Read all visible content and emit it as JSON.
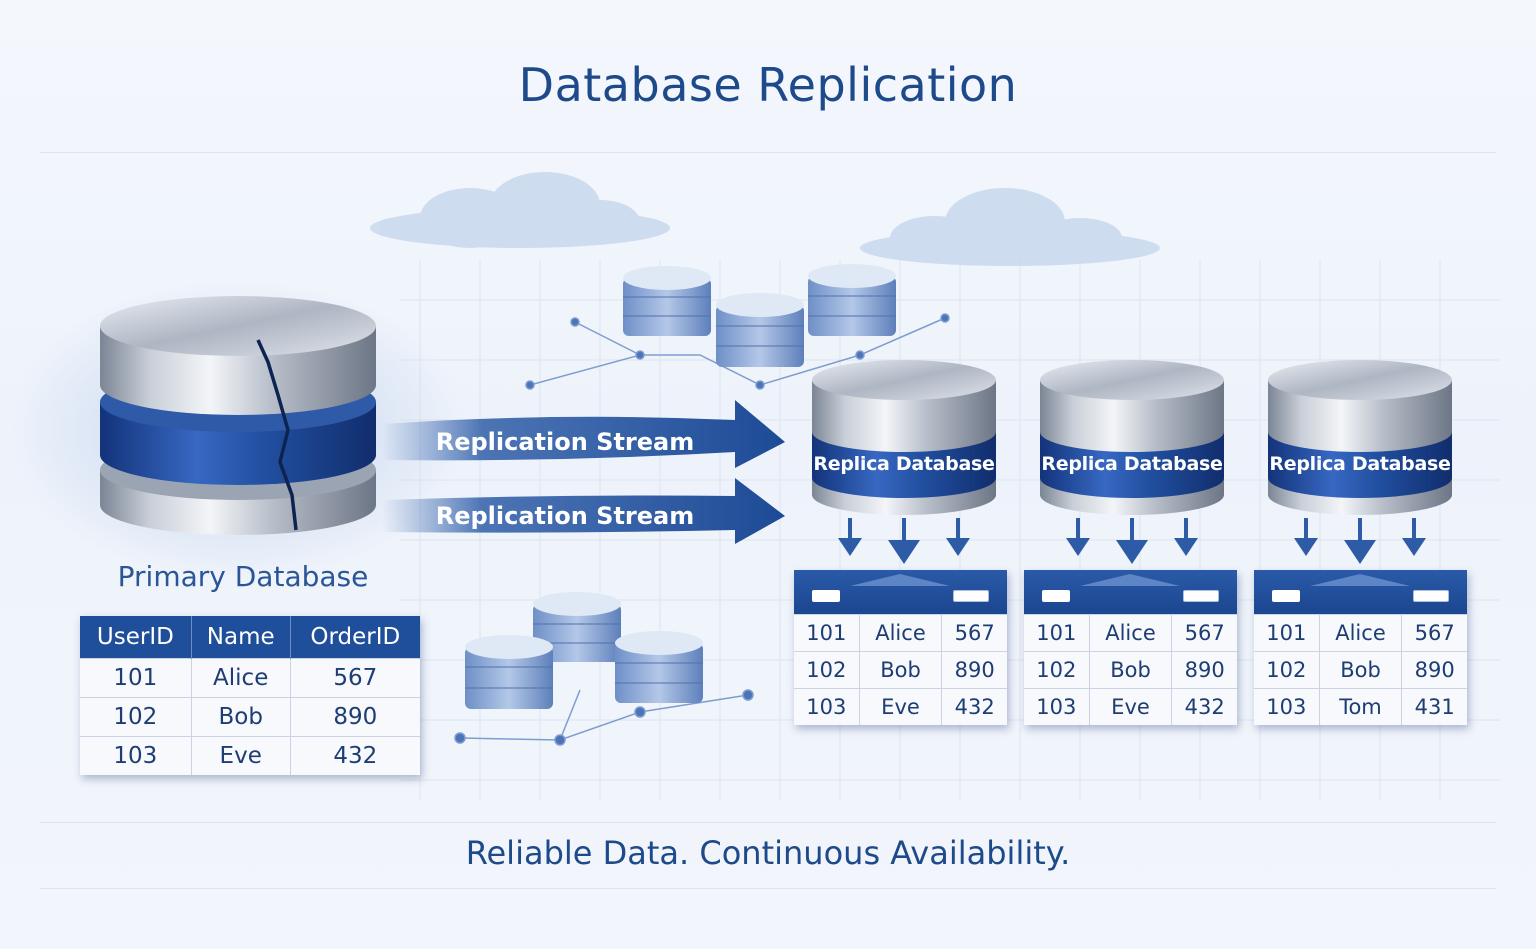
{
  "title": "Database Replication",
  "tagline": "Reliable Data. Continuous Availability.",
  "primary": {
    "label": "Primary Database",
    "table": {
      "headers": [
        "UserID",
        "Name",
        "OrderID"
      ],
      "rows": [
        [
          "101",
          "Alice",
          "567"
        ],
        [
          "102",
          "Bob",
          "890"
        ],
        [
          "103",
          "Eve",
          "432"
        ]
      ]
    }
  },
  "streams": [
    {
      "label": "Replication Stream"
    },
    {
      "label": "Replication Stream"
    }
  ],
  "replicas": [
    {
      "label": "Replica Database",
      "rows": [
        [
          "101",
          "Alice",
          "567"
        ],
        [
          "102",
          "Bob",
          "890"
        ],
        [
          "103",
          "Eve",
          "432"
        ]
      ]
    },
    {
      "label": "Replica Database",
      "rows": [
        [
          "101",
          "Alice",
          "567"
        ],
        [
          "102",
          "Bob",
          "890"
        ],
        [
          "103",
          "Eve",
          "432"
        ]
      ]
    },
    {
      "label": "Replica Database",
      "rows": [
        [
          "101",
          "Alice",
          "567"
        ],
        [
          "102",
          "Bob",
          "890"
        ],
        [
          "103",
          "Tom",
          "431"
        ]
      ]
    }
  ],
  "colors": {
    "accent": "#1f4f9b",
    "title": "#1d4a8a",
    "background": "#f2f5fb"
  },
  "icons": [
    "cloud-icon",
    "server-block-icon",
    "database-cylinder-icon",
    "arrow-right-icon",
    "arrow-down-icon"
  ]
}
